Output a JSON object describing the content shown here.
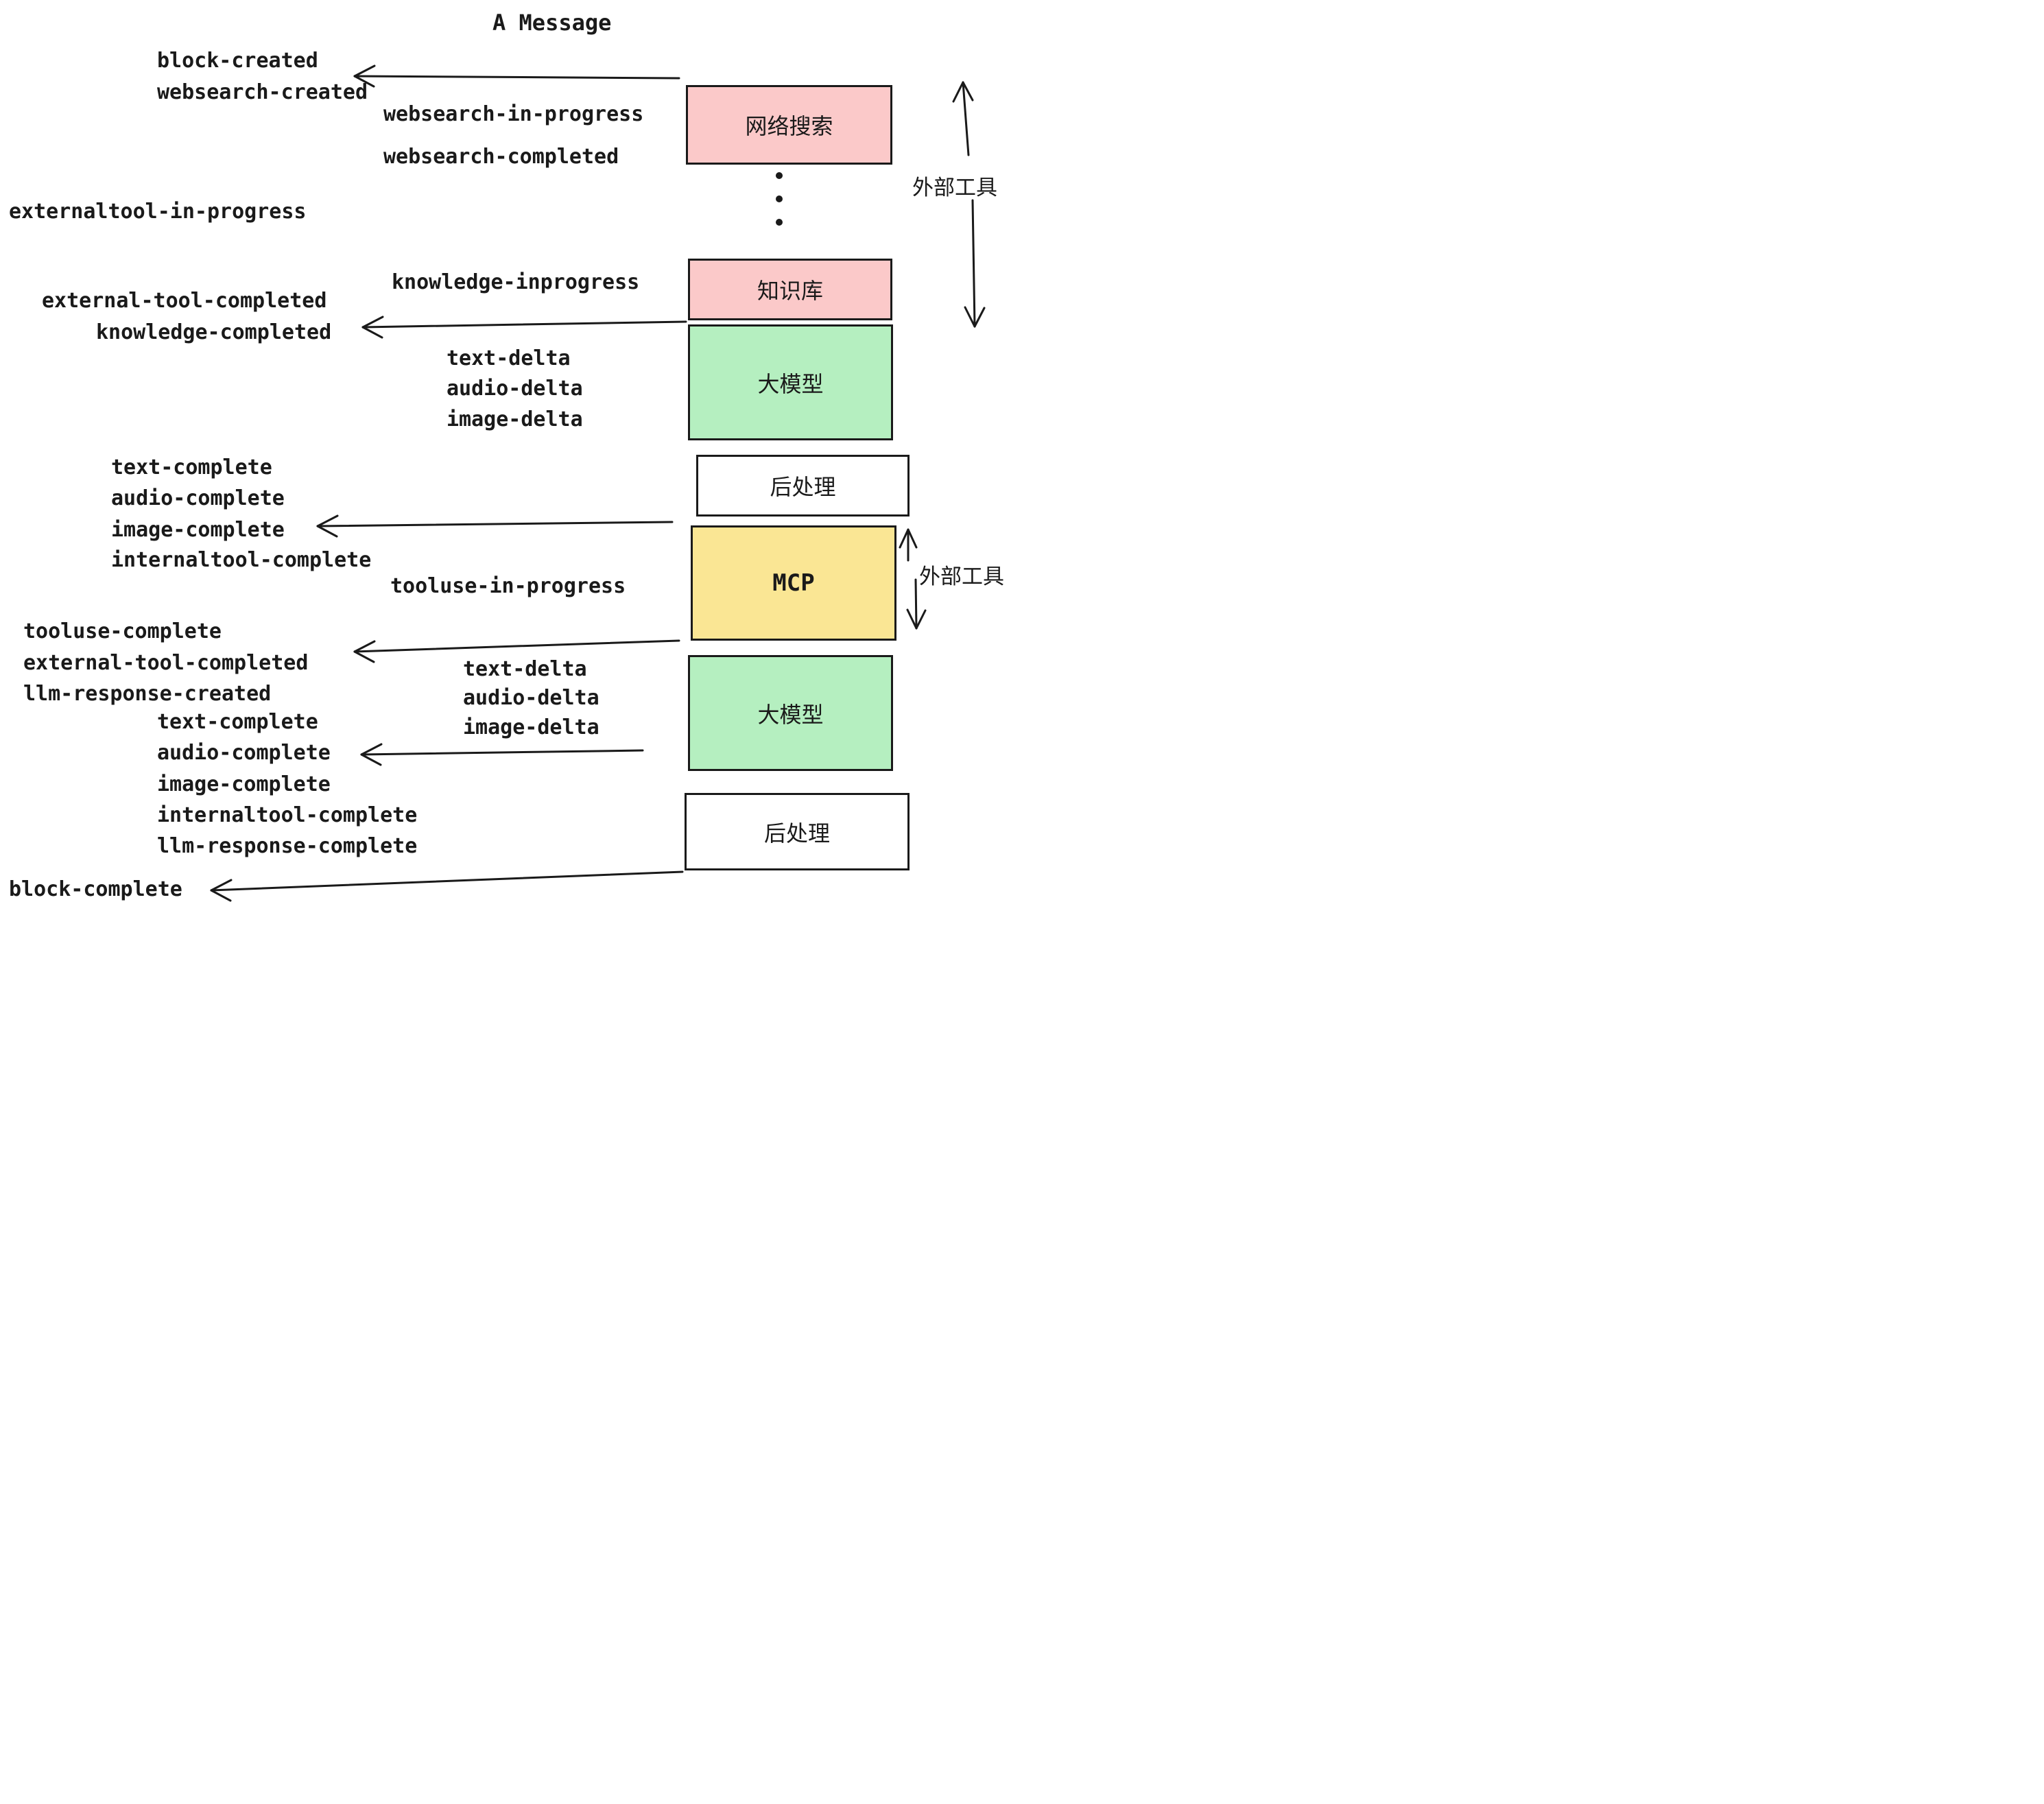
{
  "title": "A Message",
  "colors": {
    "pink": "#fbc9c9",
    "green": "#b5efc0",
    "yellow": "#fae694",
    "white": "#ffffff",
    "ink": "#1a1a1a"
  },
  "boxes": {
    "websearch": {
      "label": "网络搜索"
    },
    "knowledge": {
      "label": "知识库"
    },
    "llm1": {
      "label": "大模型"
    },
    "post1": {
      "label": "后处理"
    },
    "mcp": {
      "label": "MCP"
    },
    "llm2": {
      "label": "大模型"
    },
    "post2": {
      "label": "后处理"
    }
  },
  "side_labels": {
    "external_tool_top": "外部工具",
    "external_tool_mid": "外部工具"
  },
  "events": {
    "block_created": "block-created",
    "websearch_created": "websearch-created",
    "websearch_in_progress": "websearch-in-progress",
    "websearch_completed": "websearch-completed",
    "externaltool_in_progress": "externaltool-in-progress",
    "knowledge_inprogress": "knowledge-inprogress",
    "external_tool_completed": "external-tool-completed",
    "knowledge_completed": "knowledge-completed",
    "text_delta": "text-delta",
    "audio_delta": "audio-delta",
    "image_delta": "image-delta",
    "text_complete": "text-complete",
    "audio_complete": "audio-complete",
    "image_complete": "image-complete",
    "internaltool_complete": "internaltool-complete",
    "tooluse_in_progress": "tooluse-in-progress",
    "tooluse_complete": "tooluse-complete",
    "llm_response_created": "llm-response-created",
    "llm_response_complete": "llm-response-complete",
    "block_complete": "block-complete"
  }
}
